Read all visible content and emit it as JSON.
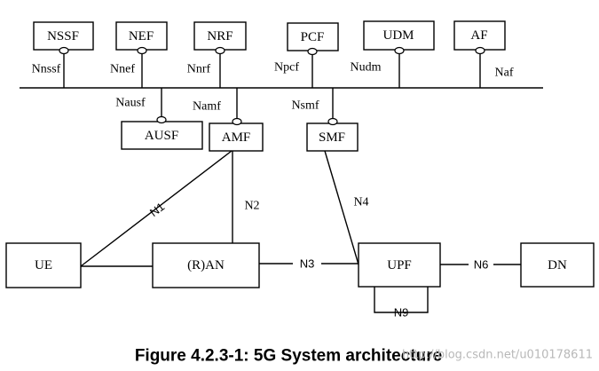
{
  "network_functions": {
    "nssf": "NSSF",
    "nef": "NEF",
    "nrf": "NRF",
    "pcf": "PCF",
    "udm": "UDM",
    "af": "AF",
    "ausf": "AUSF",
    "amf": "AMF",
    "smf": "SMF",
    "ue": "UE",
    "ran": "(R)AN",
    "upf": "UPF",
    "dn": "DN"
  },
  "service_interfaces": {
    "nssf": "Nnssf",
    "nef": "Nnef",
    "nrf": "Nnrf",
    "pcf": "Npcf",
    "udm": "Nudm",
    "af": "Naf",
    "ausf": "Nausf",
    "amf": "Namf",
    "smf": "Nsmf"
  },
  "reference_points": {
    "n1": "N1",
    "n2": "N2",
    "n3": "N3",
    "n4": "N4",
    "n6": "N6",
    "n9": "N9"
  },
  "caption": "Figure 4.2.3-1: 5G System architecture",
  "watermark": "http://blog.csdn.net/u010178611"
}
